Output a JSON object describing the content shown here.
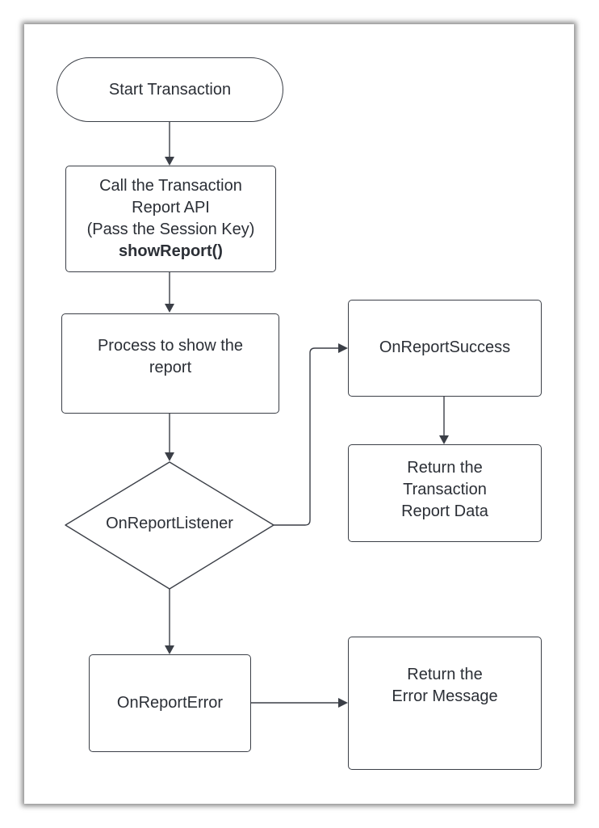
{
  "nodes": {
    "start": {
      "label": "Start Transaction"
    },
    "call_api": {
      "line1": "Call the Transaction",
      "line2": "Report API",
      "line3": "(Pass the Session Key)",
      "line4": "showReport()"
    },
    "process": {
      "line1": "Process to show the",
      "line2": "report"
    },
    "listener": {
      "label": "OnReportListener"
    },
    "success": {
      "label": "OnReportSuccess"
    },
    "return_data": {
      "line1": "Return the",
      "line2": "Transaction",
      "line3": "Report Data"
    },
    "error": {
      "label": "OnReportError"
    },
    "return_error": {
      "line1": "Return the",
      "line2": "Error Message"
    }
  },
  "colors": {
    "stroke": "#3b3f47",
    "text": "#2b2f36",
    "background": "#ffffff"
  }
}
